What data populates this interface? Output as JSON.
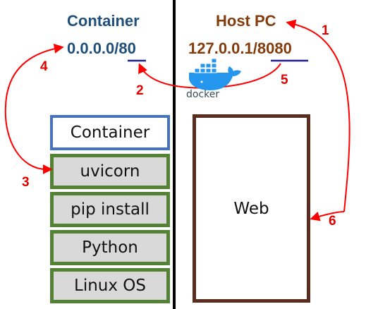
{
  "container_side": {
    "title": "Container",
    "address_prefix": "0.0.0.0/",
    "address_port": "80",
    "stack": [
      "Container",
      "uvicorn",
      "pip install",
      "Python",
      "Linux OS"
    ]
  },
  "host_side": {
    "title": "Host PC",
    "address_prefix": "127.0.0.1/",
    "address_port": "8080",
    "web_box_label": "Web"
  },
  "docker_logo": {
    "wordmark": "docker"
  },
  "steps": [
    "1",
    "2",
    "3",
    "4",
    "5",
    "6"
  ],
  "colors": {
    "container_title": "#1f4e79",
    "host_title": "#843c0c",
    "arrow": "#ff0000",
    "step_number": "#e00000",
    "underline": "#1f1f8f",
    "container_box_border": "#4472c4",
    "stack_box_border": "#548235",
    "stack_box_fill": "#d9d9d9",
    "web_box_border": "#5b2d20",
    "divider": "#000000",
    "docker_blue": "#2496ed"
  }
}
